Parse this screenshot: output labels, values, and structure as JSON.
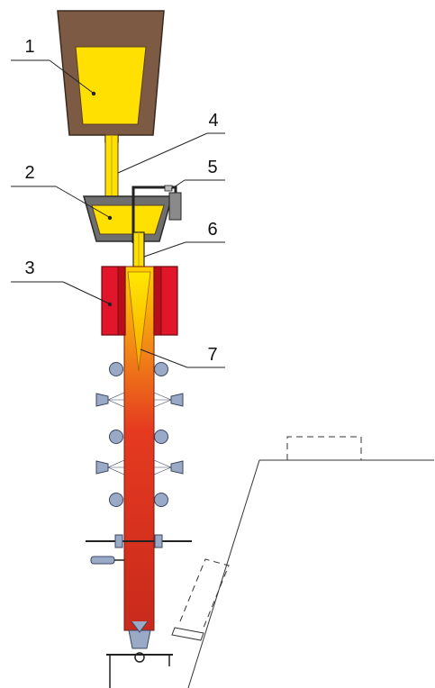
{
  "labels": [
    {
      "id": "1",
      "text": "1"
    },
    {
      "id": "2",
      "text": "2"
    },
    {
      "id": "3",
      "text": "3"
    },
    {
      "id": "4",
      "text": "4"
    },
    {
      "id": "5",
      "text": "5"
    },
    {
      "id": "6",
      "text": "6"
    },
    {
      "id": "7",
      "text": "7"
    }
  ],
  "colors": {
    "ladle_shell": "#7d5a44",
    "ladle_shell_dark": "#5e4230",
    "molten_steel": "#ffe000",
    "tundish_shell": "#6f6f6f",
    "mould": "#e2162a",
    "mould_dark": "#b80e1c",
    "strand_hot": "#f0b000",
    "strand": "#e53a20",
    "strand_cold": "#c92a1c",
    "roll": "#9aaac6",
    "roll_stroke": "#3b4660",
    "outline": "#111111"
  },
  "icons": [
    "roll-icon",
    "spray-nozzle-icon",
    "torch-icon"
  ]
}
